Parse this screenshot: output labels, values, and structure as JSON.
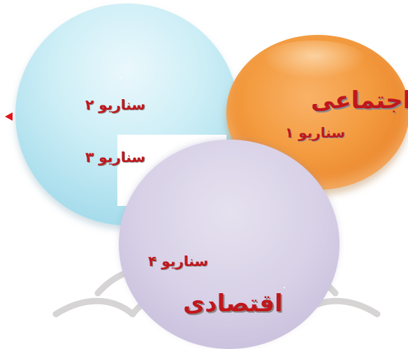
{
  "diagram": {
    "circles": [
      {
        "id": "circle-blue",
        "color": "#b6e5f1",
        "labels": [
          "سناریو ۲",
          "سناریو ۳"
        ]
      },
      {
        "id": "circle-orange",
        "color": "#f29a40",
        "title": "اجتماعی",
        "labels": [
          "سناریو ۱"
        ]
      },
      {
        "id": "circle-lavender",
        "color": "#d5cde4",
        "title": "اقتصادی",
        "labels": [
          "سناریو ۴"
        ]
      }
    ],
    "scenario_2": "سناریو ۲",
    "scenario_3": "سناریو ۳",
    "scenario_1": "سناریو ۱",
    "scenario_4": "سناریو ۴",
    "title_social": "اجتماعی",
    "title_economic": "اقتصادی",
    "label_color": "#c0171c",
    "icons": [
      "pointer-arrow-icon",
      "watermark-logo"
    ]
  }
}
